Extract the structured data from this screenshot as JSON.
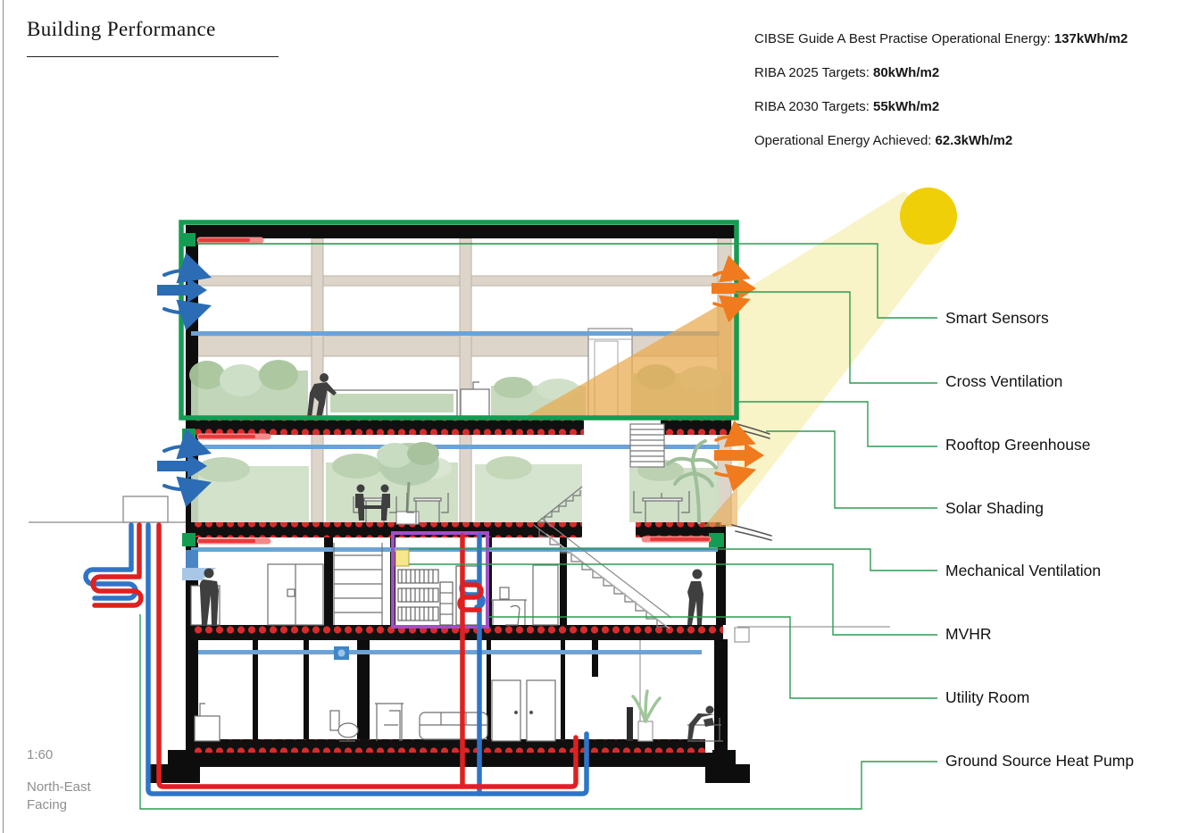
{
  "header": {
    "title": "Building Performance"
  },
  "stats": [
    {
      "label": "CIBSE Guide A Best Practise Operational Energy:",
      "value": "137kWh/m2"
    },
    {
      "label": "RIBA 2025 Targets:",
      "value": "80kWh/m2"
    },
    {
      "label": "RIBA 2030 Targets:",
      "value": "55kWh/m2"
    },
    {
      "label": "Operational Energy Achieved:",
      "value": "62.3kWh/m2"
    }
  ],
  "labels": [
    "Smart Sensors",
    "Cross Ventilation",
    "Rooftop Greenhouse",
    "Solar Shading",
    "Mechanical Ventilation",
    "MVHR",
    "Utility Room",
    "Ground Source Heat Pump"
  ],
  "scale": {
    "ratio": "1:60",
    "facing_line1": "North-East",
    "facing_line2": "Facing"
  },
  "colors": {
    "annotation_green": "#179B50",
    "heating_dot_red": "#D92B2B",
    "heater_bar_red": "#EF5656",
    "pipe_red": "#E02020",
    "pipe_blue": "#2E75C8",
    "arrow_blue": "#2B6CB5",
    "arrow_orange": "#F07A1E",
    "duct_blue": "#6BA3D6",
    "sun_yellow": "#EFCF08",
    "beam_yellow": "#F8F1BE",
    "solar_gain_amber": "#E9A94E",
    "utility_room_purple": "#A24FC8",
    "structure_black": "#0D0D0D",
    "column_beige": "#DDD5CA"
  },
  "diagram": {
    "type": "building-section",
    "icons": [
      "sun-icon",
      "cross-ventilation-arrows-icon",
      "exhaust-arrows-icon",
      "ground-source-heat-pump-coil-icon",
      "underfloor-heating-dots-icon",
      "mvhr-unit-icon",
      "extract-fan-icon",
      "smart-sensor-icon",
      "solar-shading-fins-icon"
    ]
  }
}
